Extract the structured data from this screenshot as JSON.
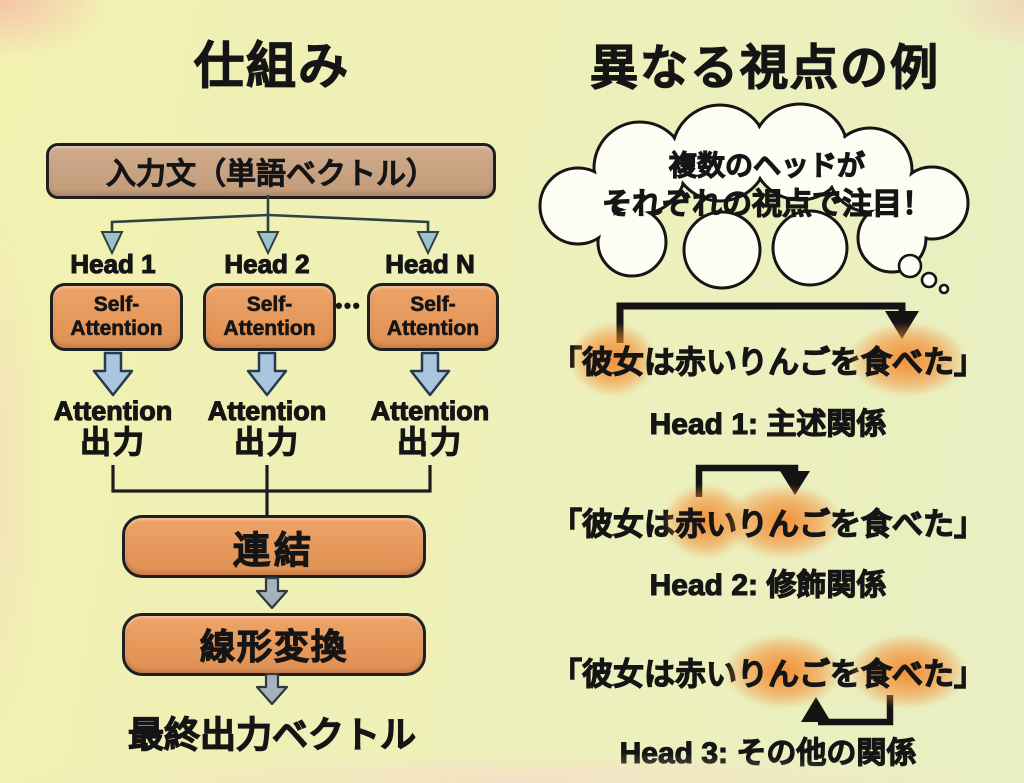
{
  "left": {
    "title": "仕組み",
    "input_label": "入力文（単語ベクトル）",
    "heads": [
      {
        "name": "Head 1",
        "box_line1": "Self-",
        "box_line2": "Attention",
        "out_line1": "Attention",
        "out_line2": "出力"
      },
      {
        "name": "Head 2",
        "box_line1": "Self-",
        "box_line2": "Attention",
        "out_line1": "Attention",
        "out_line2": "出力"
      },
      {
        "name": "Head N",
        "box_line1": "Self-",
        "box_line2": "Attention",
        "out_line1": "Attention",
        "out_line2": "出力"
      }
    ],
    "ellipsis": "•••",
    "concat_label": "連結",
    "linear_label": "線形変換",
    "final_label": "最終出力ベクトル"
  },
  "right": {
    "title": "異なる視点の例",
    "cloud": {
      "line1": "複数のヘッドが",
      "line2": "それぞれの視点で注目！"
    },
    "examples": [
      {
        "label": "Head 1: 主述関係",
        "segments": [
          {
            "text": "「",
            "highlighted": false
          },
          {
            "text": "彼女",
            "highlighted": true
          },
          {
            "text": "は赤いりんごを",
            "highlighted": false
          },
          {
            "text": "食べた",
            "highlighted": true
          },
          {
            "text": "」",
            "highlighted": false
          }
        ]
      },
      {
        "label": "Head 2: 修飾関係",
        "segments": [
          {
            "text": "「彼女は",
            "highlighted": false
          },
          {
            "text": "赤い",
            "highlighted": true
          },
          {
            "text": "りんご",
            "highlighted": true
          },
          {
            "text": "を食べた」",
            "highlighted": false
          }
        ]
      },
      {
        "label": "Head 3: その他の関係",
        "segments": [
          {
            "text": "「彼女は赤い",
            "highlighted": false
          },
          {
            "text": "りんご",
            "highlighted": true
          },
          {
            "text": "を",
            "highlighted": false
          },
          {
            "text": "食べた",
            "highlighted": true
          },
          {
            "text": "」",
            "highlighted": false
          }
        ]
      }
    ]
  },
  "colors": {
    "background": "#eef0b8",
    "input_box": "#c7a489",
    "process_box": "#e8995c",
    "block_arrow_blue": "#a9c6de",
    "block_arrow_gray": "#a2b2bf",
    "branch_arrowhead": "#9cc3c9",
    "highlight_glow": "#f2882f",
    "outline": "#1f1f1f",
    "cloud_fill": "#fdfdf4"
  }
}
